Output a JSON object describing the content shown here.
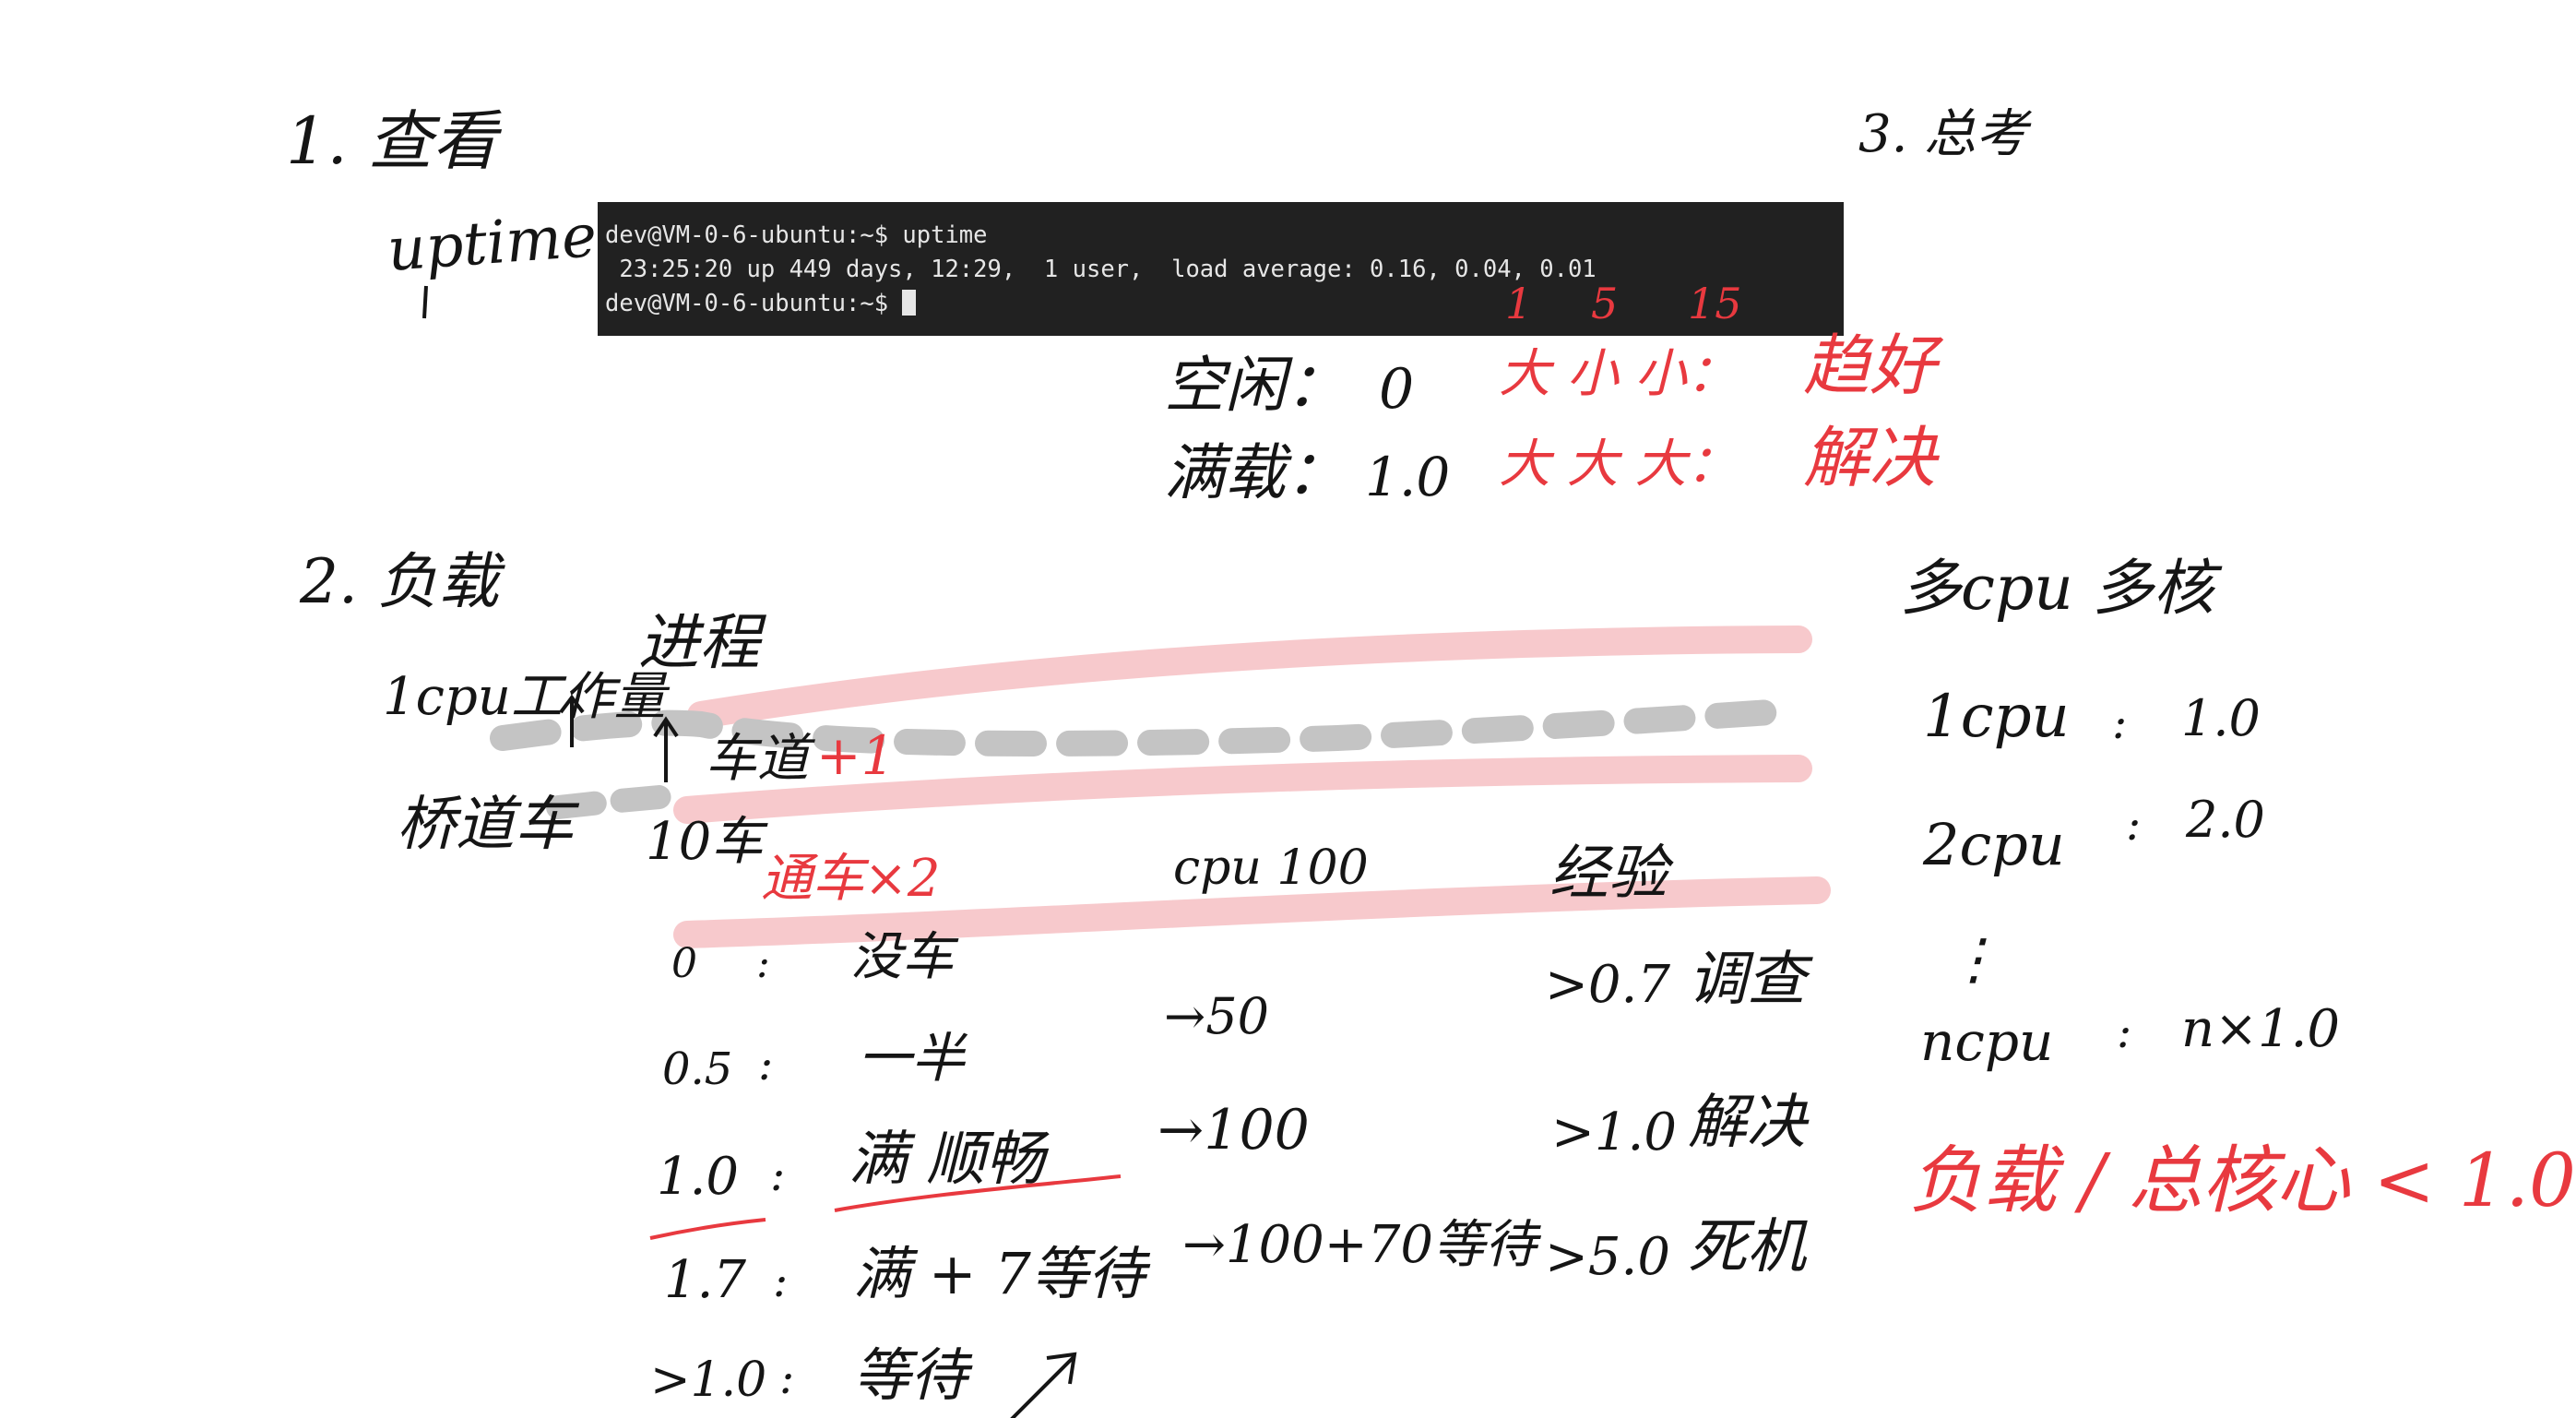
{
  "section1": {
    "title": "1. 查看",
    "command": "uptime"
  },
  "section3": {
    "title": "3. 总考"
  },
  "terminal": {
    "line1": "dev@VM-0-6-ubuntu:~$ uptime",
    "line2": " 23:25:20 up 449 days, 12:29,  1 user,  load average: 0.16, 0.04, 0.01",
    "line3": "dev@VM-0-6-ubuntu:~$ "
  },
  "periods": [
    "1",
    "5",
    "15"
  ],
  "idle": {
    "label": "空闲：",
    "value": "0",
    "marks": "大  小  小：",
    "verdict": "趋好"
  },
  "fullload": {
    "label": "满载：",
    "value": "1.0",
    "marks": "大  大  大：",
    "verdict": "解决"
  },
  "section2": {
    "title": "2. 负载",
    "analogy": [
      "1cpu工作量",
      "桥道车"
    ],
    "process": "进程",
    "car": "车道",
    "plus_one": "+1",
    "ten_cars": "10车",
    "double": "通车×2",
    "rows": [
      {
        "load": "0",
        "meaning": "没车"
      },
      {
        "load": "0.5",
        "meaning": "一半"
      },
      {
        "load": "1.0",
        "meaning": "满 顺畅"
      },
      {
        "load": "1.7",
        "meaning": "满 + 7等待"
      },
      {
        "load": ">1.0",
        "meaning": "等待"
      }
    ],
    "cpu_header": "cpu 100",
    "cpu_values": [
      "→50",
      "→100",
      "→100+70等待"
    ],
    "exp_header": "经验",
    "exp_rows": [
      {
        "threshold": ">0.7",
        "action": "调查"
      },
      {
        "threshold": ">1.0",
        "action": "解决"
      },
      {
        "threshold": ">5.0",
        "action": "死机"
      }
    ]
  },
  "multicpu": {
    "title": "多cpu 多核",
    "rows": [
      {
        "cpu": "1cpu",
        "value": "1.0"
      },
      {
        "cpu": "2cpu",
        "value": "2.0"
      },
      {
        "cpu": "⋮",
        "value": ""
      },
      {
        "cpu": "ncpu",
        "value": "n×1.0"
      }
    ],
    "rule": "负载 / 总核心 < 1.0"
  },
  "colors": {
    "ink": "#151515",
    "red_ink": "#e8393f",
    "lane_pink": "#f7c9cc",
    "dash_gray": "#c4c4c4",
    "terminal_bg": "#212121",
    "terminal_fg": "#e6e6e6"
  }
}
